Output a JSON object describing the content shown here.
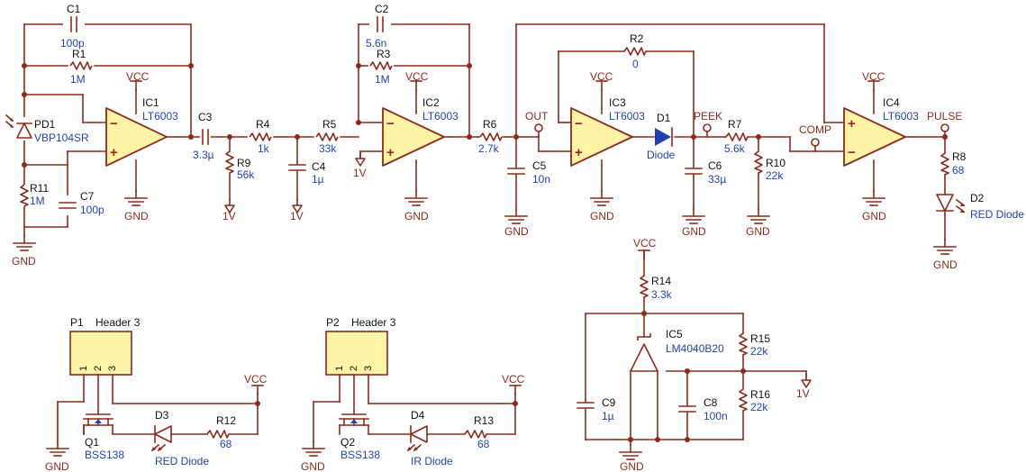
{
  "components": {
    "C1": {
      "ref": "C1",
      "value": "100p"
    },
    "R1": {
      "ref": "R1",
      "value": "1M"
    },
    "PD1": {
      "ref": "PD1",
      "value": "VBP104SR"
    },
    "R11": {
      "ref": "R11",
      "value": "1M"
    },
    "C7": {
      "ref": "C7",
      "value": "100p"
    },
    "IC1": {
      "ref": "IC1",
      "value": "LT6003"
    },
    "C3": {
      "ref": "C3",
      "value": "3.3µ"
    },
    "R4": {
      "ref": "R4",
      "value": "1k"
    },
    "R9": {
      "ref": "R9",
      "value": "56k"
    },
    "R5": {
      "ref": "R5",
      "value": "33k"
    },
    "C4": {
      "ref": "C4",
      "value": "1µ"
    },
    "C2": {
      "ref": "C2",
      "value": "5.6n"
    },
    "R3": {
      "ref": "R3",
      "value": "1M"
    },
    "IC2": {
      "ref": "IC2",
      "value": "LT6003"
    },
    "R6": {
      "ref": "R6",
      "value": "2.7k"
    },
    "C5": {
      "ref": "C5",
      "value": "10n"
    },
    "R2": {
      "ref": "R2",
      "value": "0"
    },
    "IC3": {
      "ref": "IC3",
      "value": "LT6003"
    },
    "D1": {
      "ref": "D1",
      "value": "Diode"
    },
    "C6": {
      "ref": "C6",
      "value": "33µ"
    },
    "R7": {
      "ref": "R7",
      "value": "5.6k"
    },
    "R10": {
      "ref": "R10",
      "value": "22k"
    },
    "IC4": {
      "ref": "IC4",
      "value": "LT6003"
    },
    "R8": {
      "ref": "R8",
      "value": "68"
    },
    "D2": {
      "ref": "D2",
      "value": "RED Diode"
    },
    "R14": {
      "ref": "R14",
      "value": "3.3k"
    },
    "IC5": {
      "ref": "IC5",
      "value": "LM4040B20"
    },
    "R15": {
      "ref": "R15",
      "value": "22k"
    },
    "R16": {
      "ref": "R16",
      "value": "22k"
    },
    "C9": {
      "ref": "C9",
      "value": "1µ"
    },
    "C8": {
      "ref": "C8",
      "value": "100n"
    },
    "P1": {
      "ref": "P1",
      "value": "Header 3"
    },
    "P2": {
      "ref": "P2",
      "value": "Header 3"
    },
    "Q1": {
      "ref": "Q1",
      "value": "BSS138"
    },
    "Q2": {
      "ref": "Q2",
      "value": "BSS138"
    },
    "D3": {
      "ref": "D3",
      "value": "RED Diode"
    },
    "D4": {
      "ref": "D4",
      "value": "IR Diode"
    },
    "R12": {
      "ref": "R12",
      "value": "68"
    },
    "R13": {
      "ref": "R13",
      "value": "68"
    }
  },
  "nets": {
    "vcc": "VCC",
    "gnd": "GND",
    "one_volt": "1V",
    "out": "OUT",
    "peek": "PEEK",
    "comp": "COMP",
    "pulse": "PULSE"
  },
  "opamp_symbols": {
    "minus": "−",
    "plus": "+"
  },
  "header_pins": [
    "1",
    "2",
    "3"
  ]
}
